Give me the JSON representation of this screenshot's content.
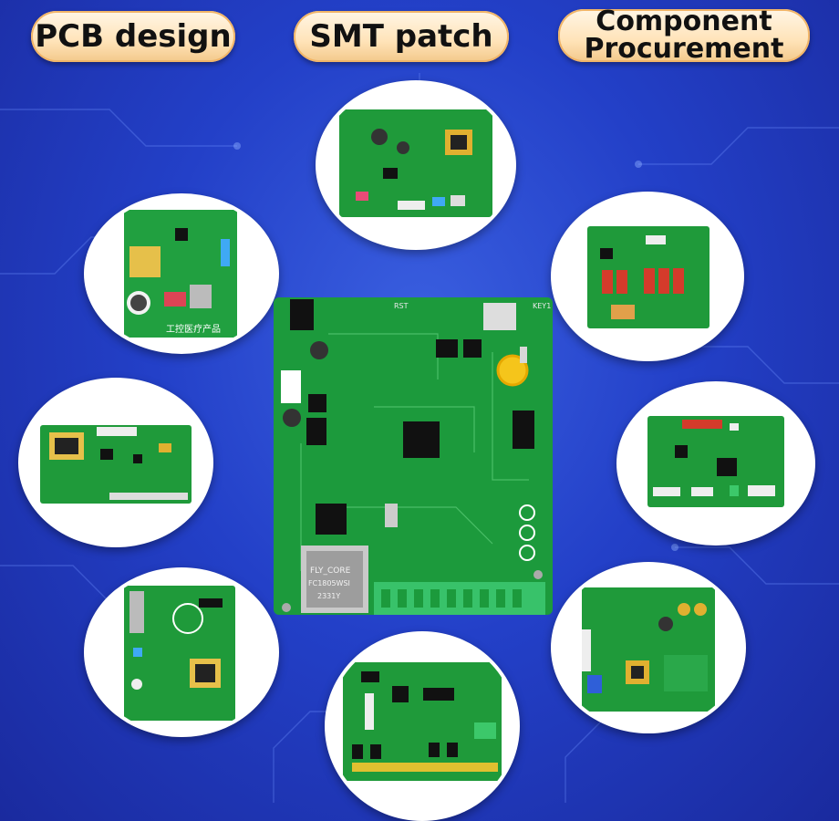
{
  "labels": {
    "pcb_design": "PCB design",
    "smt_patch": "SMT patch",
    "component_procurement_line1": "Component",
    "component_procurement_line2": "Procurement"
  },
  "board_text": {
    "chip_brand": "FLY_CORE",
    "chip_model": "FC1805WSI",
    "chip_date": "2331Y",
    "rst": "RST",
    "key": "KEY1",
    "left_board_caption": "工控医疗产品"
  },
  "colors": {
    "background": "#2340c8",
    "pill_fill": "#ffe3b8",
    "pill_border": "#f1b568",
    "pcb_green": "#1f9a3a",
    "circle_border": "#ffffff"
  },
  "icons": [
    "circuit-trace-background-icon"
  ]
}
